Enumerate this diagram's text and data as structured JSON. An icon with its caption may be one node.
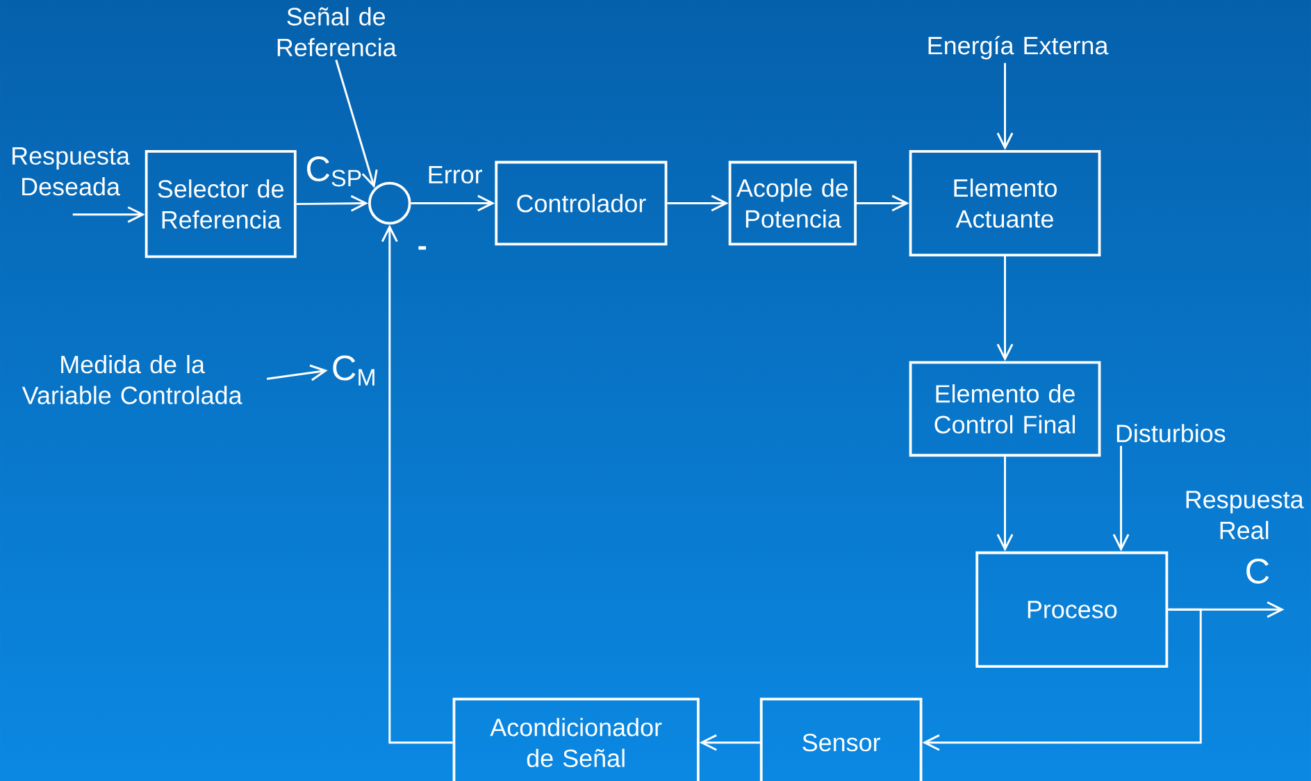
{
  "diagram": {
    "nodes": [
      {
        "text": [
          "Respuesta Deseada"
        ]
      },
      {
        "text": [
          "Selector de Referencia"
        ]
      },
      {
        "text": [
          "Señal de Referencia"
        ]
      },
      {
        "text": [],
        "shape": "circle"
      },
      {
        "text": [
          "Controlador"
        ]
      },
      {
        "text": [
          "Acople de Potencia"
        ]
      },
      {
        "text": [
          "Energía Externa"
        ]
      },
      {
        "text": [
          "Elemento Actuante"
        ]
      },
      {
        "text": [
          "Elemento de Control Final"
        ]
      },
      {
        "text": [
          "Disturbios"
        ]
      },
      {
        "text": [
          "Proceso"
        ]
      },
      {
        "text": [
          "Sensor"
        ]
      },
      {
        "text": [
          "Acondicionador de Señal"
        ]
      },
      {
        "text": [
          "Medida de la Variable Controlada"
        ]
      },
      {
        "text": [
          "C$_{M}$"
        ]
      }
    ],
    "edges": [
      {
        "from": 0,
        "to": 1,
        "arrow": "to"
      },
      {
        "from": 1,
        "to": 3,
        "arrow": "to"
      },
      {
        "from": 2,
        "to": 3,
        "arrow": "to"
      },
      {
        "from": 3,
        "to": 4,
        "arrow": "to",
        "label": "Error"
      },
      {
        "from": 4,
        "to": 5,
        "arrow": "to"
      },
      {
        "from": 5,
        "to": 7,
        "arrow": "to"
      },
      {
        "from": 6,
        "to": 7,
        "arrow": "to"
      },
      {
        "from": 7,
        "to": 8,
        "arrow": "to"
      },
      {
        "from": 8,
        "to": 10,
        "arrow": "to"
      },
      {
        "from": 9,
        "to": 10,
        "arrow": "to"
      },
      {
        "from": 10,
        "to": null,
        "arrow": "to"
      },
      {
        "from": 10,
        "to": 11,
        "arrow": "to"
      },
      {
        "from": 11,
        "to": 12,
        "arrow": "to"
      },
      {
        "from": 12,
        "to": 3,
        "arrow": "to"
      },
      {
        "from": 13,
        "to": 14,
        "arrow": "to"
      }
    ],
    "labels": [
      "C$_{SP}$",
      "-",
      "Respuesta Real",
      "C"
    ]
  }
}
